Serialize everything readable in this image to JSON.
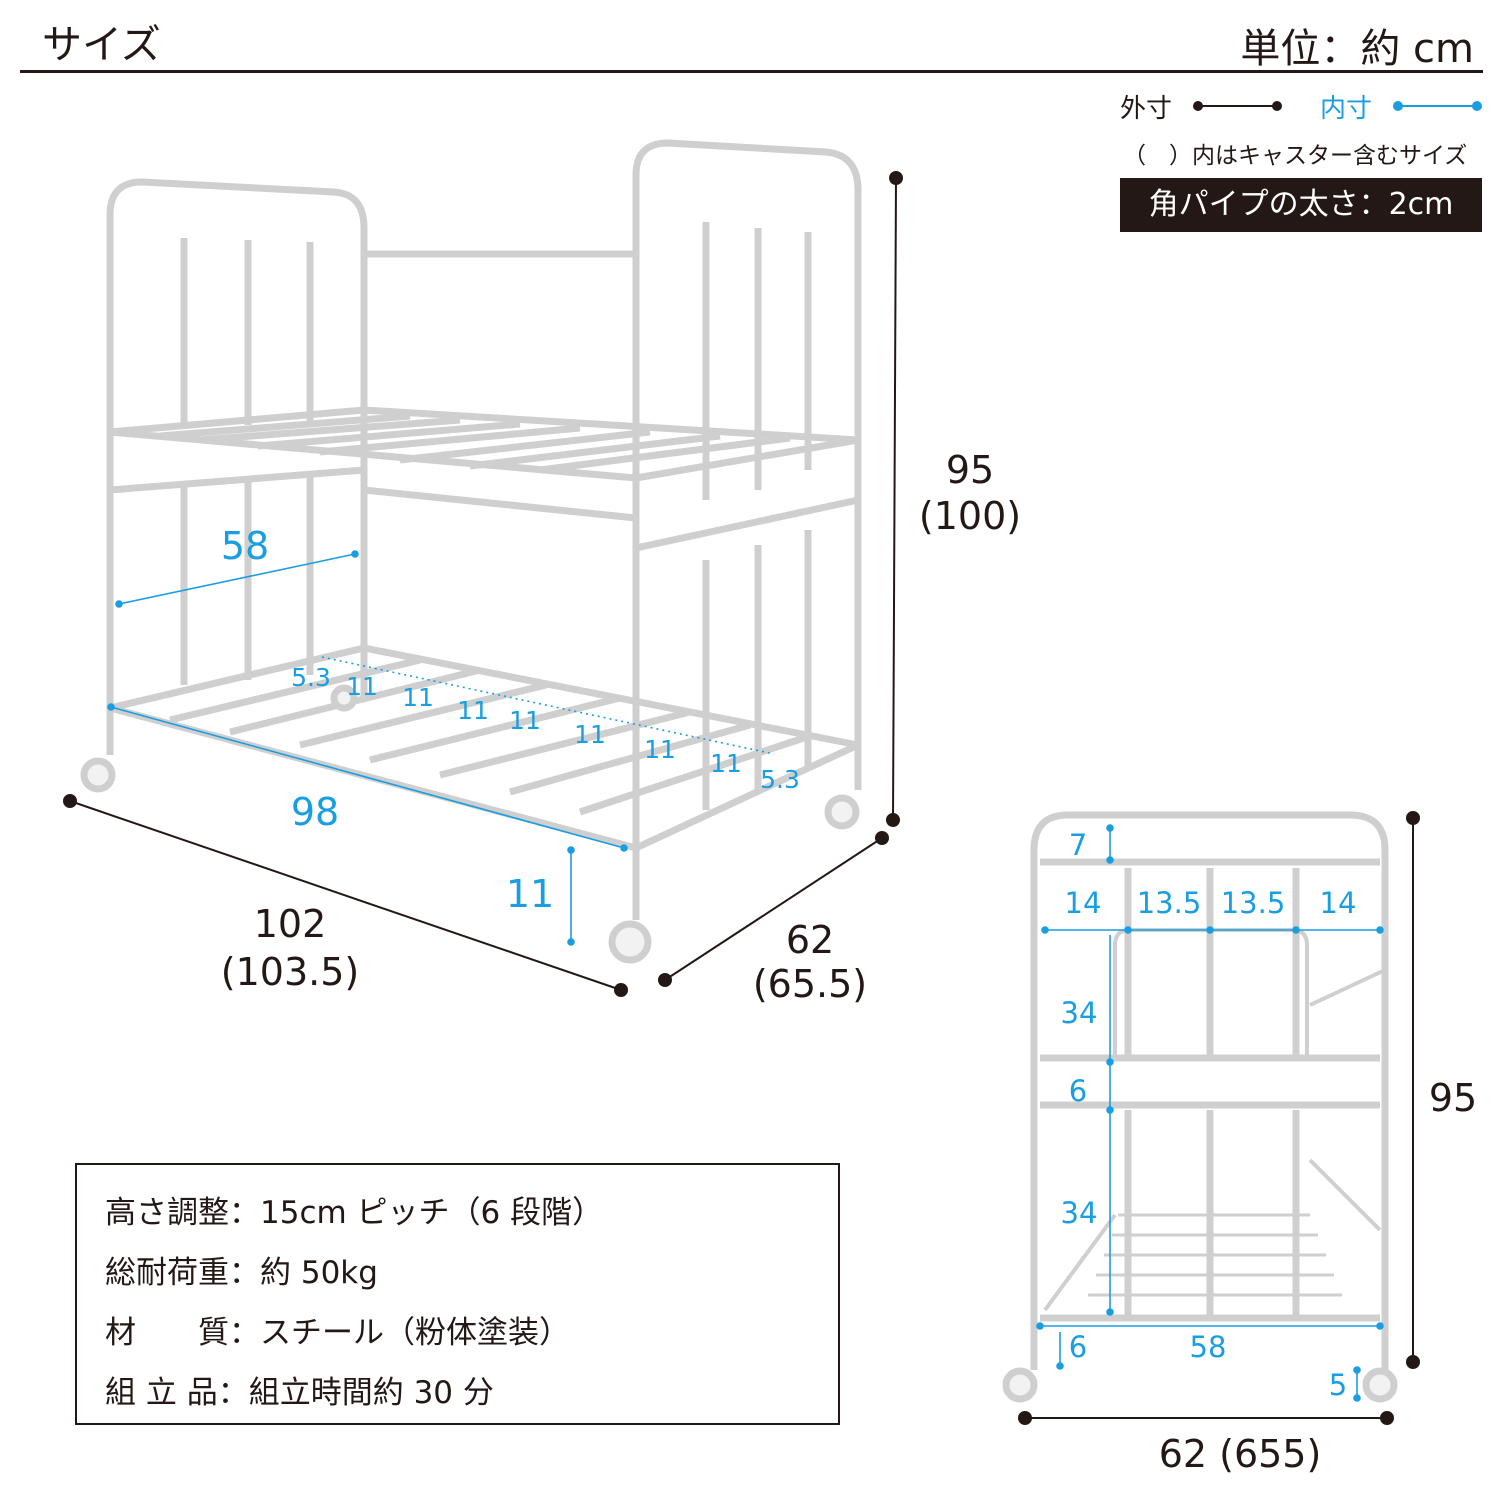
{
  "header": {
    "title": "サイズ",
    "unit": "単位：約 cm"
  },
  "legend": {
    "outer": "外寸",
    "inner": "内寸",
    "note": "（　）内はキャスター含むサイズ",
    "pipe": "角パイプの太さ：2cm"
  },
  "colors": {
    "ink": "#231815",
    "accent": "#1a9ee2",
    "frame": "#d6d6d6"
  },
  "specs": [
    {
      "label": "高さ調整",
      "value": "15cm ピッチ（6 段階）"
    },
    {
      "label": "総耐荷重",
      "value": "約 50kg"
    },
    {
      "label": "材　　質",
      "value": "スチール（粉体塗装）"
    },
    {
      "label": "組 立 品",
      "value": "組立時間約 30 分"
    }
  ],
  "main_view": {
    "height": "95",
    "height_caster": "(100)",
    "width": "102",
    "width_caster": "(103.5)",
    "depth": "62",
    "depth_caster": "(65.5)",
    "inner_width": "98",
    "inner_depth": "58",
    "slat_bottom": "11",
    "slat_start": "5.3",
    "slat_end": "5.3",
    "slat_gaps": [
      "11",
      "11",
      "11",
      "11",
      "11",
      "11",
      "11"
    ]
  },
  "side_view": {
    "top_gap": "7",
    "segments": [
      "14",
      "13.5",
      "13.5",
      "14"
    ],
    "upper_height": "34",
    "mid_gap": "6",
    "lower_height": "34",
    "bottom_offset": "6",
    "inner_depth": "58",
    "caster_gap": "5",
    "height": "95",
    "depth": "62 (655)"
  }
}
